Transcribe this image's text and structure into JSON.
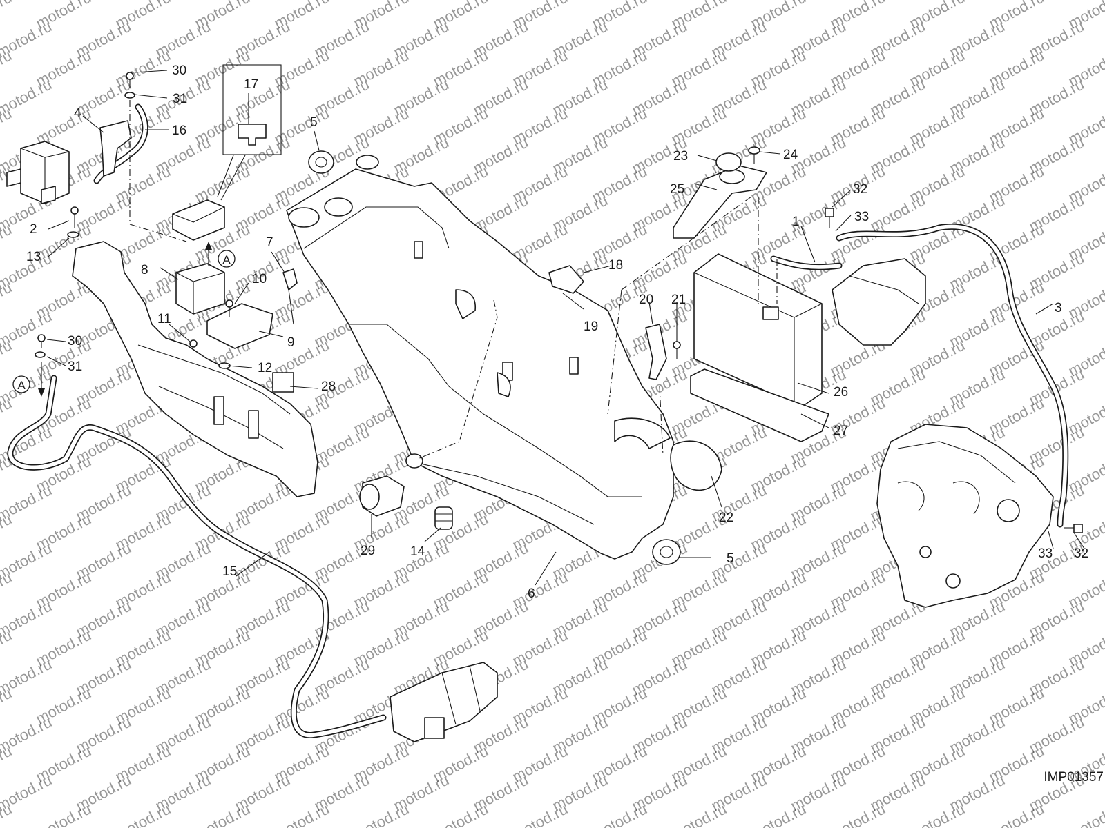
{
  "watermark": {
    "text": "motod.ru"
  },
  "figure_code": "IMP01357",
  "reference_marker": "A",
  "callouts": [
    "1",
    "2",
    "3",
    "4",
    "5",
    "5",
    "6",
    "7",
    "8",
    "9",
    "10",
    "11",
    "12",
    "13",
    "14",
    "15",
    "16",
    "17",
    "18",
    "19",
    "20",
    "21",
    "22",
    "23",
    "24",
    "25",
    "26",
    "27",
    "28",
    "29",
    "30",
    "30",
    "31",
    "31",
    "32",
    "32",
    "33",
    "33"
  ]
}
